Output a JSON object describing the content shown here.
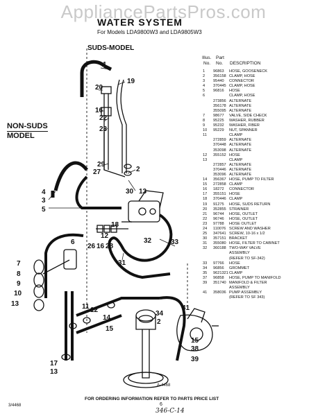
{
  "watermark": "AppliancePartsPros.com",
  "title": "WATER SYSTEM",
  "subtitle": "For Models LDA9800W3 and LDA9805W3",
  "suds_label": "SUDS-MODEL",
  "nonsuds_label": [
    "NON-SUDS",
    "MODEL"
  ],
  "table_header": {
    "illus": "Illus.",
    "part": "Part",
    "no": "No.",
    "part_no": "No.",
    "description": "DESCRIPTION"
  },
  "parts": [
    [
      "1",
      "96863",
      "HOSE, GOOSENECK"
    ],
    [
      "2",
      "356158",
      "CLAMP, HOSE"
    ],
    [
      "3",
      "95440",
      "CONNECTOR"
    ],
    [
      "4",
      "370445",
      "CLAMP, HOSE"
    ],
    [
      "5",
      "96816",
      "HOSE"
    ],
    [
      "6",
      "",
      "CLAMP, HOSE"
    ],
    [
      "",
      "273856",
      "ALTERNATE"
    ],
    [
      "",
      "356178",
      "ALTERNATE"
    ],
    [
      "",
      "355095",
      "ALTERNATE"
    ],
    [
      "7",
      "98677",
      "VALVE, SIDE CHECK"
    ],
    [
      "8",
      "95225",
      "WASHER, RUBBER"
    ],
    [
      "9",
      "95232",
      "WASHER, FIBER"
    ],
    [
      "10",
      "95229",
      "NUT, SPANNER"
    ],
    [
      "11",
      "",
      "CLAMP"
    ],
    [
      "",
      "272859",
      "ALTERNATE"
    ],
    [
      "",
      "370448",
      "ALTERNATE"
    ],
    [
      "",
      "353098",
      "ALTERNATE"
    ],
    [
      "12",
      "355152",
      "HOSE"
    ],
    [
      "13",
      "",
      "CLAMP"
    ],
    [
      "",
      "272857",
      "ALTERNATE"
    ],
    [
      "",
      "370446",
      "ALTERNATE"
    ],
    [
      "",
      "353096",
      "ALTERNATE"
    ],
    [
      "14",
      "356367",
      "HOSE, PUMP TO FILTER"
    ],
    [
      "15",
      "272858",
      "CLAMP"
    ],
    [
      "16",
      "18272",
      "CONNECTOR"
    ],
    [
      "17",
      "355151",
      "HOSE"
    ],
    [
      "18",
      "370446",
      "CLAMP"
    ],
    [
      "19",
      "91275",
      "HOSE, SUDS RETURN"
    ],
    [
      "20",
      "352855",
      "STRAINER"
    ],
    [
      "21",
      "96744",
      "HOSE, OUTLET"
    ],
    [
      "22",
      "96746",
      "HOSE, OUTLET"
    ],
    [
      "23",
      "97788",
      "HOSE OUTLET"
    ],
    [
      "24",
      "110076",
      "SCREW AND WASHER"
    ],
    [
      "25",
      "347641",
      "SCREW, 10-16 x 1/2"
    ],
    [
      "30",
      "357151",
      "BRACKET"
    ],
    [
      "31",
      "355080",
      "HOSE, FILTER TO CABINET"
    ],
    [
      "32",
      "360188",
      "TWO-WAY VALVE"
    ],
    [
      "",
      "",
      "ASSEMBLY"
    ],
    [
      "",
      "",
      "(REFER TO SF-342)"
    ],
    [
      "33",
      "97766",
      "HOSE"
    ],
    [
      "34",
      "96856",
      "GROMMET"
    ],
    [
      "35",
      "9621321",
      "CLAMP"
    ],
    [
      "37",
      "96858",
      "HOSE, PUMP TO MANIFOLD"
    ],
    [
      "39",
      "351740",
      "MANIFOLD & FILTER"
    ],
    [
      "",
      "",
      "ASSEMBLY"
    ],
    [
      "41",
      "358036",
      "PUMP ASSEMBLY"
    ],
    [
      "",
      "",
      "(REFER TO SF 343)"
    ]
  ],
  "callouts": {
    "c1": "1",
    "c19": "19",
    "c20": "20",
    "c16a": "16",
    "c22": "22",
    "c23": "23",
    "c29": "29",
    "c27": "27",
    "c2a": "2",
    "c30": "30",
    "c13a": "13",
    "c4a": "4",
    "c3": "3",
    "c5": "5",
    "c18": "18",
    "c12": "12",
    "c32": "32",
    "c33": "33",
    "c26": "26",
    "c16b": "16",
    "c28": "28",
    "c31": "31",
    "c6": "6",
    "c7": "7",
    "c8": "8",
    "c9": "9",
    "c10": "10",
    "c13b": "13",
    "c11": "11",
    "c12b": "12",
    "c14": "14",
    "c15a": "15",
    "c17": "17",
    "c13c": "13",
    "c41": "41",
    "c34": "34",
    "c2b": "2",
    "c15b": "15",
    "c38": "38",
    "c39": "39"
  },
  "diagram_code": "A-4468",
  "footer": "FOR ORDERING INFORMATION REFER TO PARTS PRICE LIST",
  "page_number": "6",
  "corner_code": "3/4468",
  "handwritten": "346-C-14"
}
